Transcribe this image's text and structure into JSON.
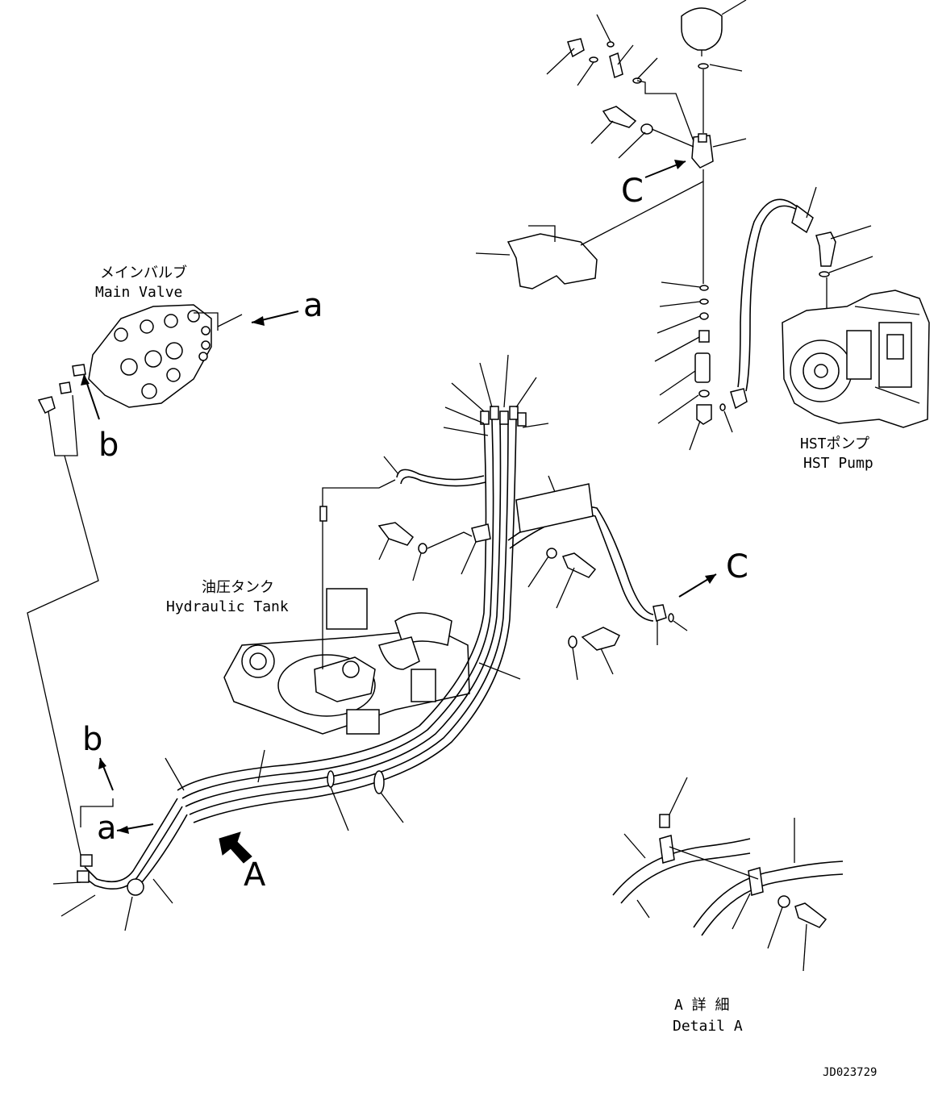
{
  "labels": {
    "main_valve_ja": "メインバルブ",
    "main_valve_en": "Main Valve",
    "hst_pump_ja": "HSTポンプ",
    "hst_pump_en": "HST Pump",
    "hydraulic_tank_ja": "油圧タンク",
    "hydraulic_tank_en": "Hydraulic Tank",
    "detail_a_ja": "A 詳 細",
    "detail_a_en": "Detail A",
    "drawing_number": "JD023729"
  },
  "view_markers": {
    "a_upper": "a",
    "b_upper": "b",
    "c_upper": "C",
    "c_right": "C",
    "b_lower": "b",
    "a_lower": "a",
    "view_A": "A"
  }
}
